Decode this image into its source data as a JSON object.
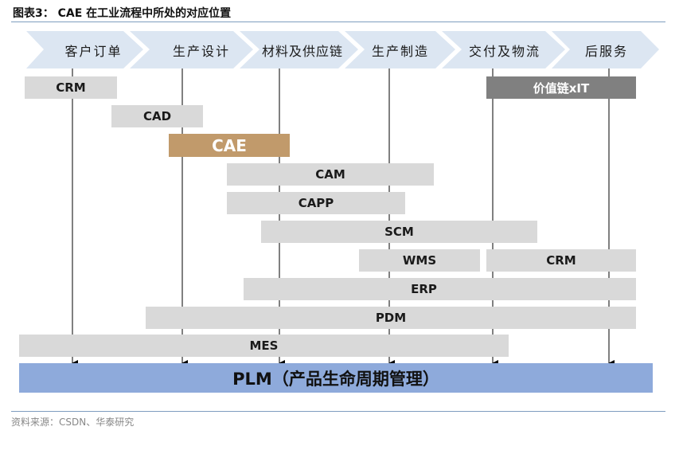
{
  "figure": {
    "title": "图表3： CAE 在工业流程中所处的对应位置",
    "source": "资料来源：CSDN、华泰研究"
  },
  "stages": [
    "客户订单",
    "生产设计",
    "材料及供应链",
    "生产制造",
    "交付及物流",
    "后服务"
  ],
  "systems": {
    "crm_top": "CRM",
    "cad": "CAD",
    "cae": "CAE",
    "value_chain_it": "价值链xIT",
    "cam": "CAM",
    "capp": "CAPP",
    "scm": "SCM",
    "wms": "WMS",
    "crm_right": "CRM",
    "erp": "ERP",
    "pdm": "PDM",
    "mes": "MES"
  },
  "plm": {
    "label": "PLM（产品生命周期管理）"
  },
  "colors": {
    "chevron": "#dce6f2",
    "bar_gray": "#d9d9d9",
    "cae": "#c19a6b",
    "dark_bar": "#808080",
    "plm": "#8eaadb",
    "rule": "#7f9dbf"
  }
}
